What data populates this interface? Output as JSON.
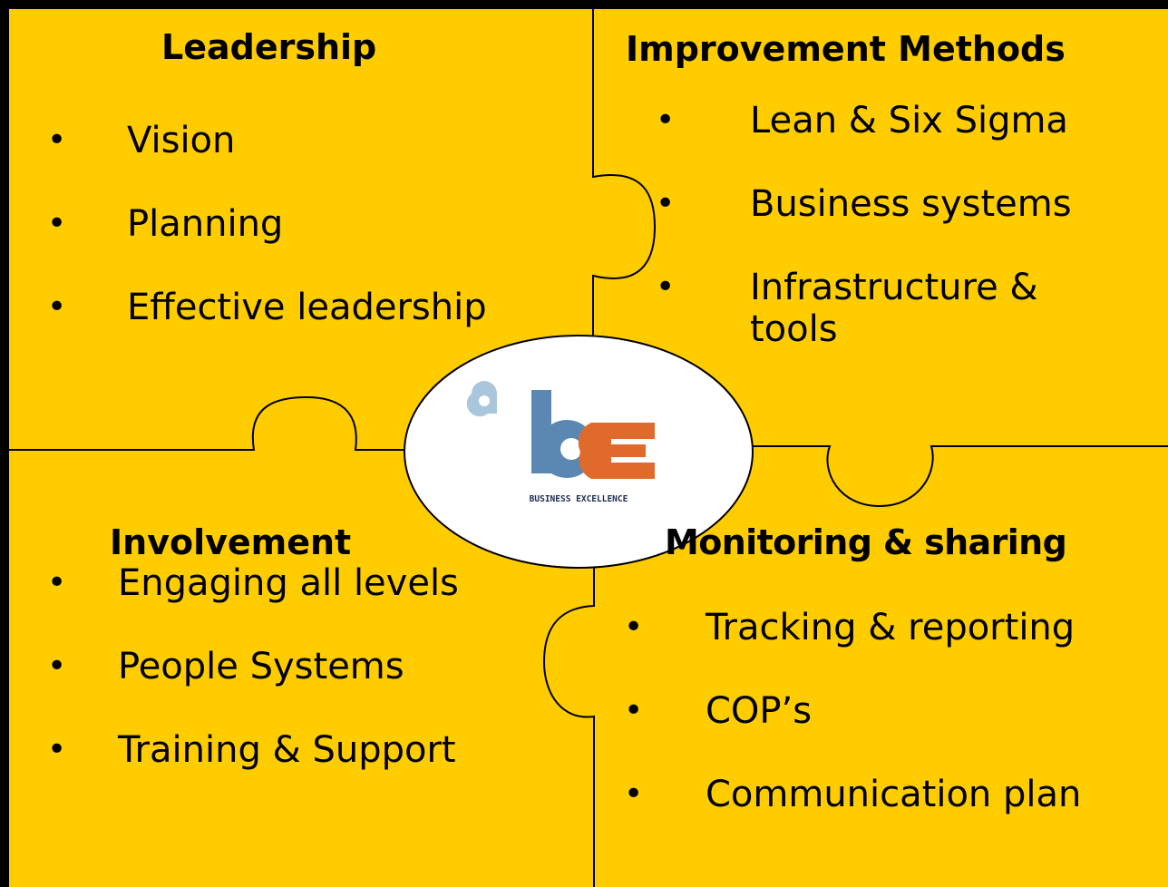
{
  "colors": {
    "piece_fill": "#ffcc00",
    "outline": "#000000",
    "logo_blue": "#5b88b3",
    "logo_light_blue": "#a9c6dc",
    "logo_orange": "#e06a2b"
  },
  "leadership": {
    "title": "Leadership",
    "items": [
      "Vision",
      "Planning",
      "Effective leadership"
    ]
  },
  "improvement": {
    "title": "Improvement Methods",
    "items": [
      "Lean & Six Sigma",
      "Business systems",
      "Infrastructure &",
      "tools"
    ]
  },
  "involvement": {
    "title": "Involvement",
    "items": [
      "Engaging all levels",
      "People Systems",
      "Training & Support"
    ]
  },
  "monitoring": {
    "title": "Monitoring  & sharing",
    "items": [
      "Tracking & reporting",
      "COP’s",
      "Communication plan"
    ]
  },
  "logo": {
    "name": "abe-logo",
    "tagline": "BUSINESS EXCELLENCE"
  },
  "bullet_glyph": "•"
}
